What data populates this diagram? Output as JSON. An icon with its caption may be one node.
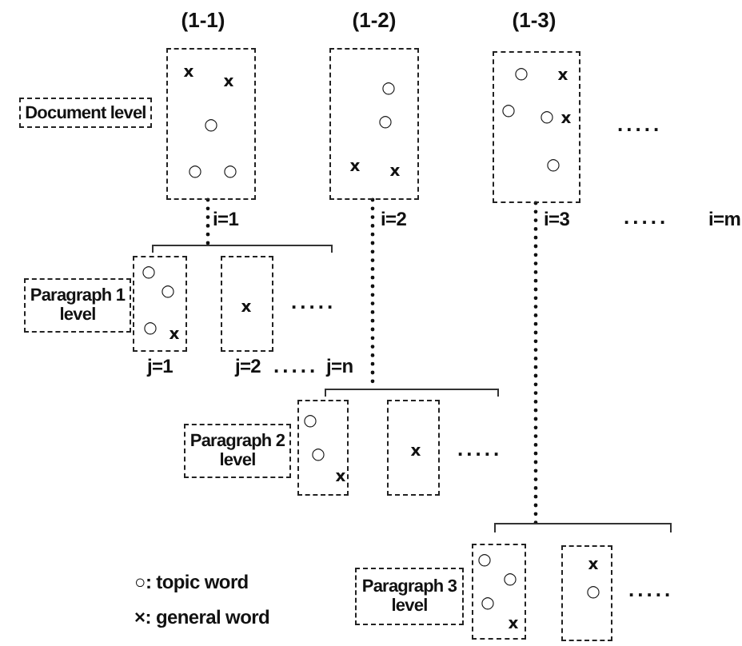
{
  "diagram": {
    "nodes": [
      {
        "text": [
          "Document level"
        ]
      },
      {
        "text": [
          "x",
          "x",
          "○",
          "○",
          "○"
        ],
        "beside": [
          "(1-1)"
        ]
      },
      {
        "text": [
          "○",
          "○",
          "x",
          "x"
        ],
        "beside": [
          "(1-2)"
        ]
      },
      {
        "text": [
          "○",
          "x",
          "○",
          "○",
          "x",
          "○"
        ],
        "beside": [
          "(1-3)",
          "....."
        ]
      },
      {
        "text": [],
        "shape": "bracket"
      },
      {
        "text": [
          "Paragraph 1 level"
        ]
      },
      {
        "text": [
          "○",
          "○",
          "○",
          "x"
        ],
        "beside": [
          "j=1"
        ]
      },
      {
        "text": [
          "x"
        ],
        "beside": [
          "j=2",
          "....."
        ]
      },
      {
        "text": [],
        "shape": "bracket"
      },
      {
        "text": [
          "Paragraph 2 level"
        ]
      },
      {
        "text": [
          "○",
          "○",
          "x"
        ]
      },
      {
        "text": [
          "x"
        ],
        "beside": [
          "....."
        ]
      },
      {
        "text": [],
        "shape": "bracket"
      },
      {
        "text": [
          "Paragraph 3 level"
        ]
      },
      {
        "text": [
          "○",
          "○",
          "○",
          "x"
        ]
      },
      {
        "text": [
          "x",
          "○"
        ],
        "beside": [
          "....."
        ]
      }
    ],
    "edges": [
      {
        "from": 1,
        "to": 4,
        "arrow": "none",
        "style": "dashed",
        "label": "i=1"
      },
      {
        "from": 2,
        "to": 8,
        "arrow": "none",
        "style": "dashed",
        "label": "i=2"
      },
      {
        "from": 3,
        "to": 12,
        "arrow": "none",
        "style": "dashed",
        "label": "i=3"
      }
    ],
    "labels": [
      ".....",
      "i=m",
      ".....",
      "j=n"
    ],
    "legend": [
      {
        "text": "○: topic word"
      },
      {
        "text": "×: general word"
      }
    ]
  }
}
